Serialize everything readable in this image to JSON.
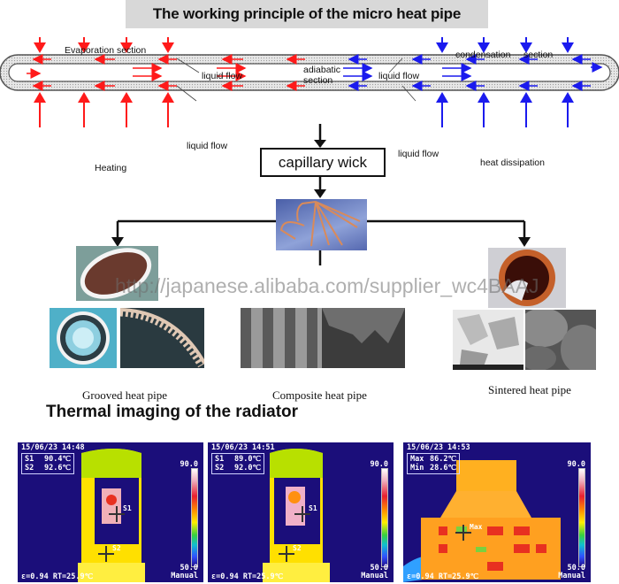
{
  "title": "The working principle of the micro heat pipe",
  "diagram": {
    "evaporation_label": "Evaporation  section",
    "condensation_label": "condensation",
    "condensation_section_label": "section",
    "adiabatic_label_line1": "adiabatic",
    "adiabatic_label_line2": "section",
    "liquid_flow_label": "liquid flow",
    "heating_label": "Heating",
    "heat_dissipation_label": "heat dissipation",
    "evaporation_color": "#ff1a1a",
    "condensation_color": "#1a1aee"
  },
  "capillary_wick_label": "capillary wick",
  "watermark": "http://japanese.alibaba.com/supplier_wc4BAAJ",
  "wick_types": [
    {
      "caption": "Grooved heat pipe"
    },
    {
      "caption": "Composite heat pipe"
    },
    {
      "caption": "Sintered heat pipe"
    }
  ],
  "thermal_section_title": "Thermal imaging of the radiator",
  "thermal_images": [
    {
      "timestamp": "15/06/23 14:48",
      "readings": [
        {
          "label": "S1",
          "value": "90.4℃"
        },
        {
          "label": "S2",
          "value": "92.6℃"
        }
      ],
      "scale_max": "90.0",
      "scale_min": "50.0",
      "mode": "Manual",
      "footer": "ε=0.94 RT=25.9℃",
      "markers": [
        "S1",
        "S2"
      ]
    },
    {
      "timestamp": "15/06/23 14:51",
      "readings": [
        {
          "label": "S1",
          "value": "89.0℃"
        },
        {
          "label": "S2",
          "value": "92.0℃"
        }
      ],
      "scale_max": "90.0",
      "scale_min": "50.0",
      "mode": "Manual",
      "footer": "ε=0.94 RT=25.9℃",
      "markers": [
        "S1",
        "S2"
      ]
    },
    {
      "timestamp": "15/06/23 14:53",
      "readings": [
        {
          "label": "Max",
          "value": "86.2℃"
        },
        {
          "label": "Min",
          "value": "28.6℃"
        }
      ],
      "scale_max": "90.0",
      "scale_min": "50.0",
      "mode": "Manual",
      "footer": "ε=0.94 RT=25.9℃",
      "markers": [
        "Max"
      ]
    }
  ]
}
